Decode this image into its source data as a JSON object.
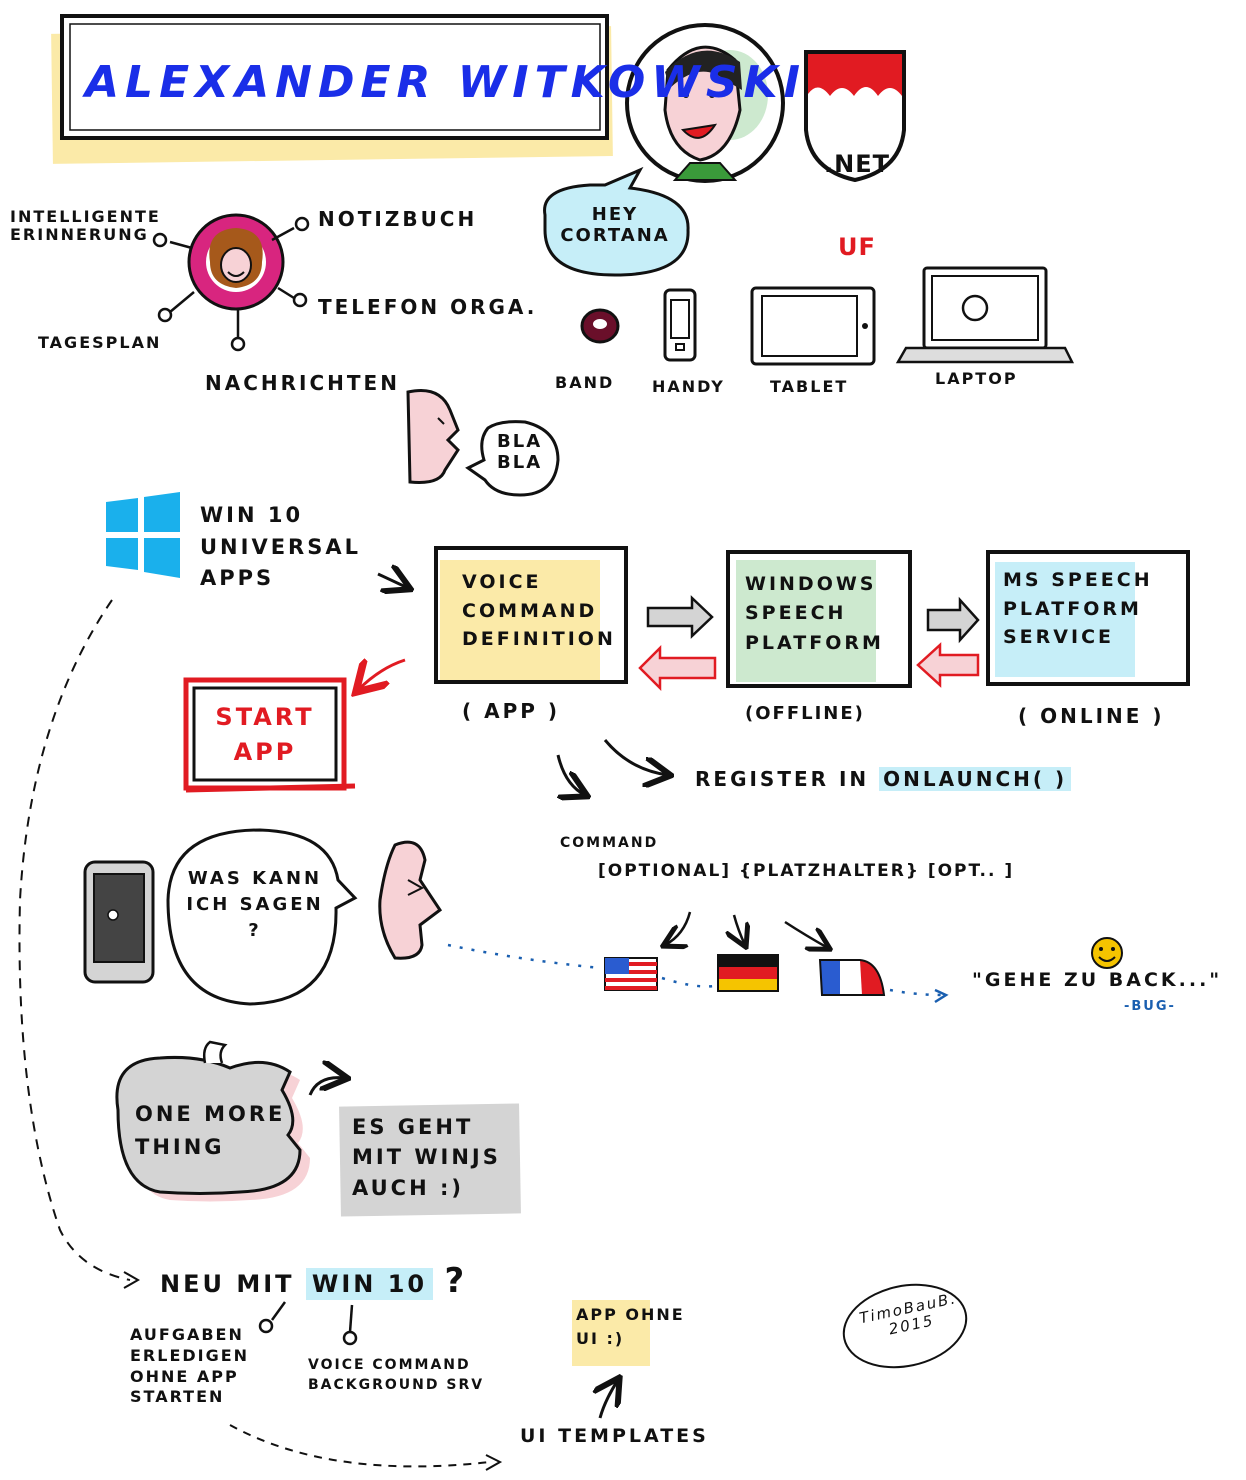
{
  "title": "Alexander Witkowski",
  "logo": {
    "line1": ".NET",
    "line2": "UF"
  },
  "cortana": {
    "bubble": "HEY\nCORTANA",
    "features": {
      "reminder": "INTELLIGENTE\nERINNERUNG",
      "notebook": "NOTIZBUCH",
      "phone": "TELEFON ORGA.",
      "dayplan": "TAGESPLAN",
      "messages": "NACHRICHTEN"
    },
    "devices": [
      "BAND",
      "HANDY",
      "TABLET",
      "LAPTOP"
    ]
  },
  "speech_bubble": "BLA\nBLA",
  "win10": "WIN 10\nUNIVERSAL\nAPPS",
  "pipeline": {
    "box1": {
      "label": "VOICE\nCOMMAND\nDEFINITION",
      "sub": "( APP )"
    },
    "box2": {
      "label": "WINDOWS\nSPEECH\nPLATFORM",
      "sub": "(OFFLINE)"
    },
    "box3": {
      "label": "MS SPEECH\nPLATFORM\nSERVICE",
      "sub": "( ONLINE )"
    },
    "start_app": "START\nAPP"
  },
  "register": {
    "prefix": "REGISTER IN",
    "method": "ONLAUNCH( )"
  },
  "command": {
    "label": "COMMAND",
    "syntax": "[OPTIONAL] {PLATZHALTER} [OPT.. ]"
  },
  "phone_bubble": "WAS KANN\nICH SAGEN\n?",
  "quote": "\"GEHE ZU BACK...\"",
  "bug": "-BUG-",
  "apple": {
    "text": "ONE MORE\nTHING",
    "note": "ES GEHT\nMIT WINJS\nAUCH :)"
  },
  "new": {
    "prefix": "NEU MIT",
    "highlight": "WIN 10",
    "q": "?"
  },
  "new_items": {
    "tasks": "AUFGABEN\nERLEDIGEN\nOHNE APP\nSTARTEN",
    "voice_bg": "VOICE COMMAND\nBACKGROUND SRV",
    "app_no_ui": "APP OHNE\nUI :)",
    "ui_templates": "UI TEMPLATES"
  },
  "signature": "TimoBauB.\n2015",
  "colors": {
    "title_blue": "#1a2ee8",
    "red": "#e11b22",
    "cyan": "#c6eef8",
    "yellow": "#fbeaa8",
    "green": "#cde9cf",
    "pink": "#f7d2d6",
    "win_blue": "#1ab0ec"
  }
}
